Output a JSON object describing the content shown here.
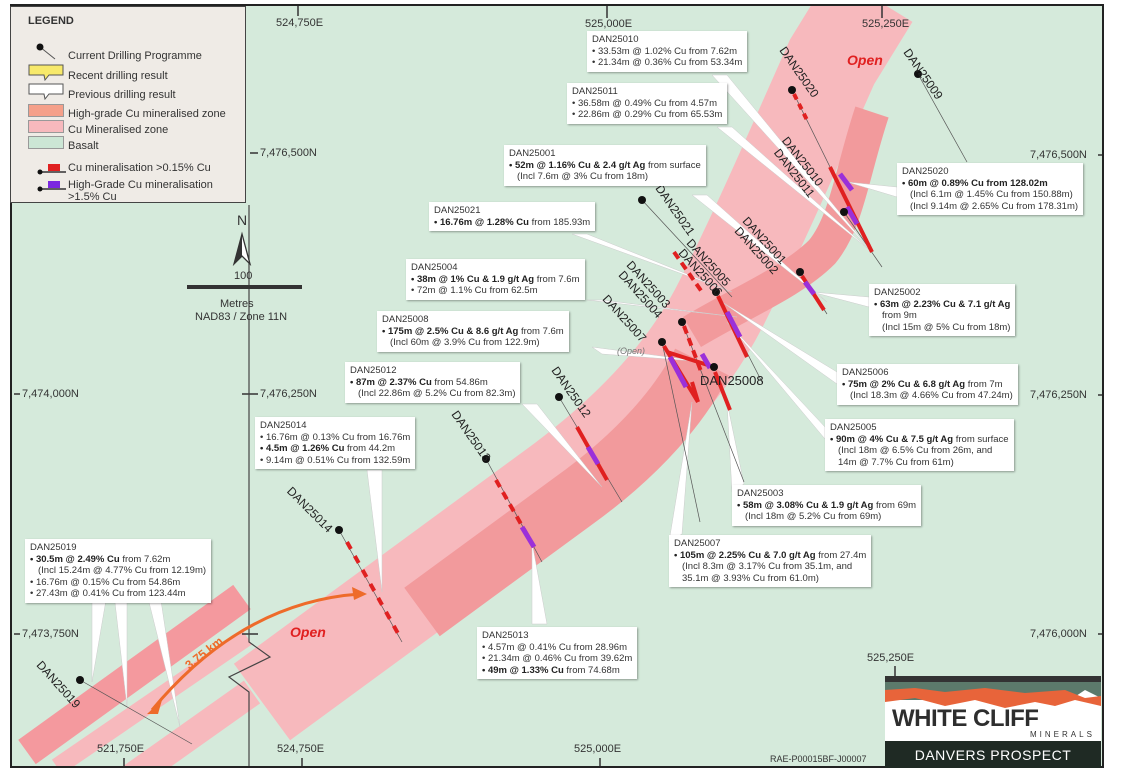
{
  "legend": {
    "title": "LEGEND",
    "items": [
      {
        "label": "Current Drilling Programme",
        "icon": "drill-collar-icon"
      },
      {
        "label": "Recent drilling result",
        "icon": "yellow-callout-icon",
        "color": "#f7e96b"
      },
      {
        "label": "Previous drilling result",
        "icon": "white-callout-icon",
        "color": "#ffffff"
      },
      {
        "label": "High-grade Cu mineralised zone",
        "color": "#f5a08a"
      },
      {
        "label": "Cu Mineralised zone",
        "color": "#f7b9bd"
      },
      {
        "label": "Basalt",
        "color": "#cce6d5"
      },
      {
        "label": "Cu mineralisation >0.15% Cu",
        "color": "#e02020"
      },
      {
        "label": "High-Grade Cu mineralisation >1.5% Cu",
        "color": "#9b30d9"
      }
    ]
  },
  "grid": {
    "top": [
      "524,750E",
      "525,000E",
      "525,250E"
    ],
    "bottom": [
      "521,750E",
      "524,750E",
      "525,000E",
      "525,250E"
    ],
    "left": [
      "7,476,500N",
      "7,474,000N",
      "7,476,250N",
      "7,473,750N"
    ],
    "right": [
      "7,476,500N",
      "7,476,250N",
      "7,476,000N"
    ]
  },
  "north": {
    "letter": "N",
    "scale": "100",
    "units": "Metres",
    "datum": "NAD83 / Zone 11N"
  },
  "annotations": {
    "open": "Open",
    "open_small": "(Open)",
    "distance": "3.75 km"
  },
  "collars": [
    "DAN25020",
    "DAN25009",
    "DAN25010",
    "DAN25011",
    "DAN25001",
    "DAN25002",
    "DAN25021",
    "DAN25005",
    "DAN25006",
    "DAN25003",
    "DAN25004",
    "DAN25007",
    "DAN25008",
    "DAN25012",
    "DAN25013",
    "DAN25014",
    "DAN25019"
  ],
  "callouts": {
    "d10": {
      "id": "DAN25010",
      "lines": [
        "• 33.53m @ 1.02% Cu from 7.62m",
        "• 21.34m @ 0.36% Cu from 53.34m"
      ]
    },
    "d11": {
      "id": "DAN25011",
      "lines": [
        "• 36.58m @ 0.49% Cu from 4.57m",
        "• 22.86m @ 0.29% Cu from 65.53m"
      ]
    },
    "d01": {
      "id": "DAN25001",
      "b": "• 52m @ 1.16% Cu & 2.4 g/t Ag",
      "r": " from surface",
      "lines": [
        "(Incl 7.6m @ 3% Cu from 18m)"
      ]
    },
    "d21": {
      "id": "DAN25021",
      "b": "• 16.76m @ 1.28% Cu",
      "r": " from 185.93m",
      "lines": []
    },
    "d04": {
      "id": "DAN25004",
      "b": "• 38m @ 1% Cu & 1.9 g/t Ag",
      "r": " from 7.6m",
      "lines": [
        "• 72m @ 1.1% Cu from 62.5m"
      ]
    },
    "d08": {
      "id": "DAN25008",
      "b": "• 175m @ 2.5% Cu & 8.6 g/t Ag",
      "r": " from 7.6m",
      "lines": [
        "(Incl 60m @ 3.9% Cu from 122.9m)"
      ]
    },
    "d12": {
      "id": "DAN25012",
      "b": "• 87m @ 2.37% Cu",
      "r": " from 54.86m",
      "lines": [
        "(Incl 22.86m @ 5.2% Cu from 82.3m)"
      ]
    },
    "d14": {
      "id": "DAN25014",
      "pre": "• 16.76m @ 0.13% Cu from 16.76m",
      "b": "• 4.5m @ 1.26% Cu",
      "r": " from 44.2m",
      "lines": [
        "• 9.14m @ 0.51% Cu from 132.59m"
      ]
    },
    "d20": {
      "id": "DAN25020",
      "b": "• 60m @ 0.89% Cu from 128.02m",
      "r": "",
      "lines": [
        "(Incl 6.1m @ 1.45% Cu from 150.88m)",
        "(Incl 9.14m @ 2.65% Cu from 178.31m)"
      ]
    },
    "d02": {
      "id": "DAN25002",
      "b": "• 63m @ 2.23% Cu & 7.1 g/t Ag",
      "r": "",
      "lines": [
        "from 9m",
        "(Incl 15m @ 5% Cu from 18m)"
      ]
    },
    "d06": {
      "id": "DAN25006",
      "b": "• 75m @ 2% Cu & 6.8 g/t Ag",
      "r": " from 7m",
      "lines": [
        "(Incl 18.3m @ 4.66% Cu from 47.24m)"
      ]
    },
    "d05": {
      "id": "DAN25005",
      "b": "• 90m @ 4% Cu & 7.5 g/t Ag",
      "r": " from surface",
      "lines": [
        "(Incl 18m @ 6.5% Cu from 26m, and",
        "14m @ 7.7% Cu from 61m)"
      ]
    },
    "d03": {
      "id": "DAN25003",
      "b": "• 58m @ 3.08% Cu & 1.9 g/t Ag",
      "r": " from 69m",
      "lines": [
        "(Incl 18m @ 5.2% Cu from 69m)"
      ]
    },
    "d07": {
      "id": "DAN25007",
      "b": "• 105m @ 2.25% Cu & 7.0 g/t Ag",
      "r": " from 27.4m",
      "lines": [
        "(Incl 8.3m @ 3.17% Cu from 35.1m, and",
        "35.1m @ 3.93% Cu from 61.0m)"
      ]
    },
    "d19": {
      "id": "DAN25019",
      "b": "• 30.5m @ 2.49% Cu",
      "r": " from 7.62m",
      "lines": [
        "(Incl 15.24m @ 4.77% Cu from 12.19m)",
        "• 16.76m @ 0.15% Cu from 54.86m",
        "• 27.43m @ 0.41% Cu from 123.44m"
      ]
    },
    "d13": {
      "id": "DAN25013",
      "pre": "• 4.57m @ 0.41% Cu from 28.96m",
      "pre2": "• 21.34m @ 0.46% Cu from 39.62m",
      "b": "• 49m @ 1.33% Cu",
      "r": " from 74.68m",
      "lines": []
    }
  },
  "logo": {
    "company": "WHITE CLIFF",
    "sub": "MINERALS",
    "project": "DANVERS PROSPECT"
  },
  "drawing_ref": "RAE-P00015BF-J00007"
}
